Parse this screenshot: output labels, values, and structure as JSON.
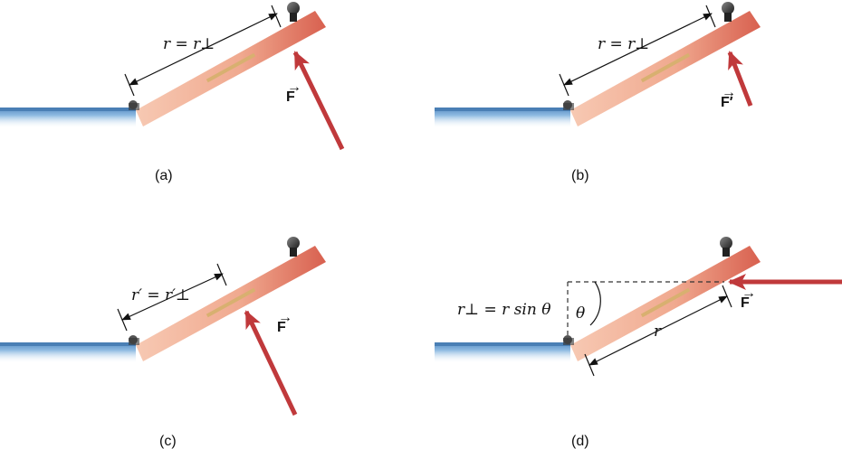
{
  "panels": [
    {
      "caption": "(a)",
      "arm_label": "r = r⊥",
      "force_label": "F"
    },
    {
      "caption": "(b)",
      "arm_label": "r = r⊥",
      "force_label": "F′"
    },
    {
      "caption": "(c)",
      "arm_label": "r′ = r′⊥",
      "force_label": "F"
    },
    {
      "caption": "(d)",
      "perp_label": "r⊥ = r sin θ",
      "angle_label": "θ",
      "r_label": "r",
      "force_label": "F"
    }
  ],
  "colors": {
    "wall_blue": "#6b9fd0",
    "door_top": "#f3b8a0",
    "door_side": "#c9473e",
    "arrow_red": "#c0393b"
  }
}
